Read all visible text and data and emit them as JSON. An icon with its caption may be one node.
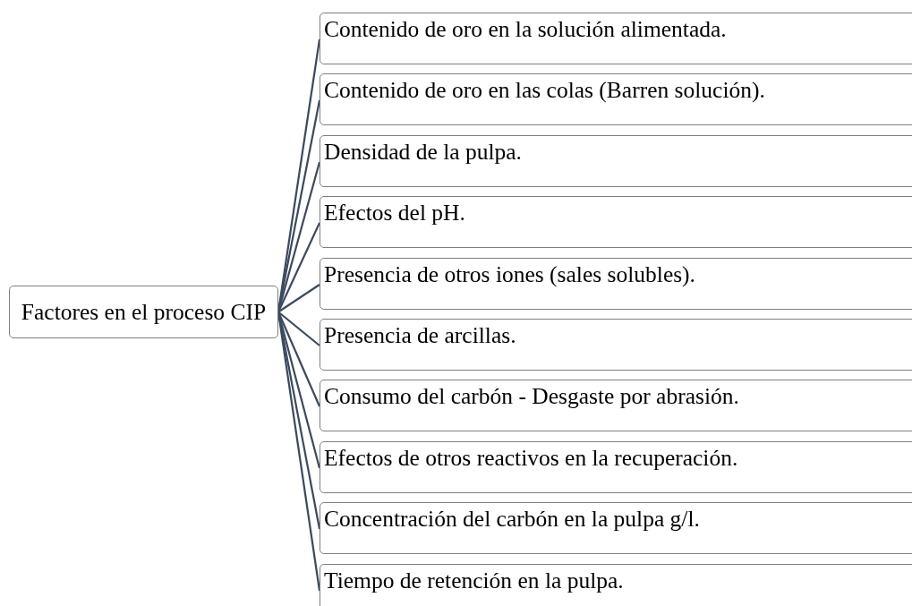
{
  "diagram": {
    "nodes": [
      {
        "text": [
          "Factores en el proceso CIP"
        ]
      },
      {
        "text": [
          "Contenido de oro en la solución alimentada."
        ]
      },
      {
        "text": [
          "Contenido de oro en las colas (Barren solución)."
        ]
      },
      {
        "text": [
          "Densidad de la pulpa."
        ]
      },
      {
        "text": [
          "Efectos del pH."
        ]
      },
      {
        "text": [
          "Presencia de otros iones (sales solubles)."
        ]
      },
      {
        "text": [
          "Presencia de arcillas."
        ]
      },
      {
        "text": [
          "Consumo del carbón - Desgaste por abrasión."
        ]
      },
      {
        "text": [
          "Efectos de otros reactivos en la recuperación."
        ]
      },
      {
        "text": [
          "Concentración del carbón en la pulpa g/l."
        ]
      },
      {
        "text": [
          "Tiempo de retención en la pulpa."
        ]
      }
    ],
    "edges": [
      {
        "from": 0,
        "to": 1,
        "arrow": "none"
      },
      {
        "from": 0,
        "to": 2,
        "arrow": "none"
      },
      {
        "from": 0,
        "to": 3,
        "arrow": "none"
      },
      {
        "from": 0,
        "to": 4,
        "arrow": "none"
      },
      {
        "from": 0,
        "to": 5,
        "arrow": "none"
      },
      {
        "from": 0,
        "to": 6,
        "arrow": "none"
      },
      {
        "from": 0,
        "to": 7,
        "arrow": "none"
      },
      {
        "from": 0,
        "to": 8,
        "arrow": "none"
      },
      {
        "from": 0,
        "to": 9,
        "arrow": "none"
      },
      {
        "from": 0,
        "to": 10,
        "arrow": "none"
      }
    ]
  }
}
